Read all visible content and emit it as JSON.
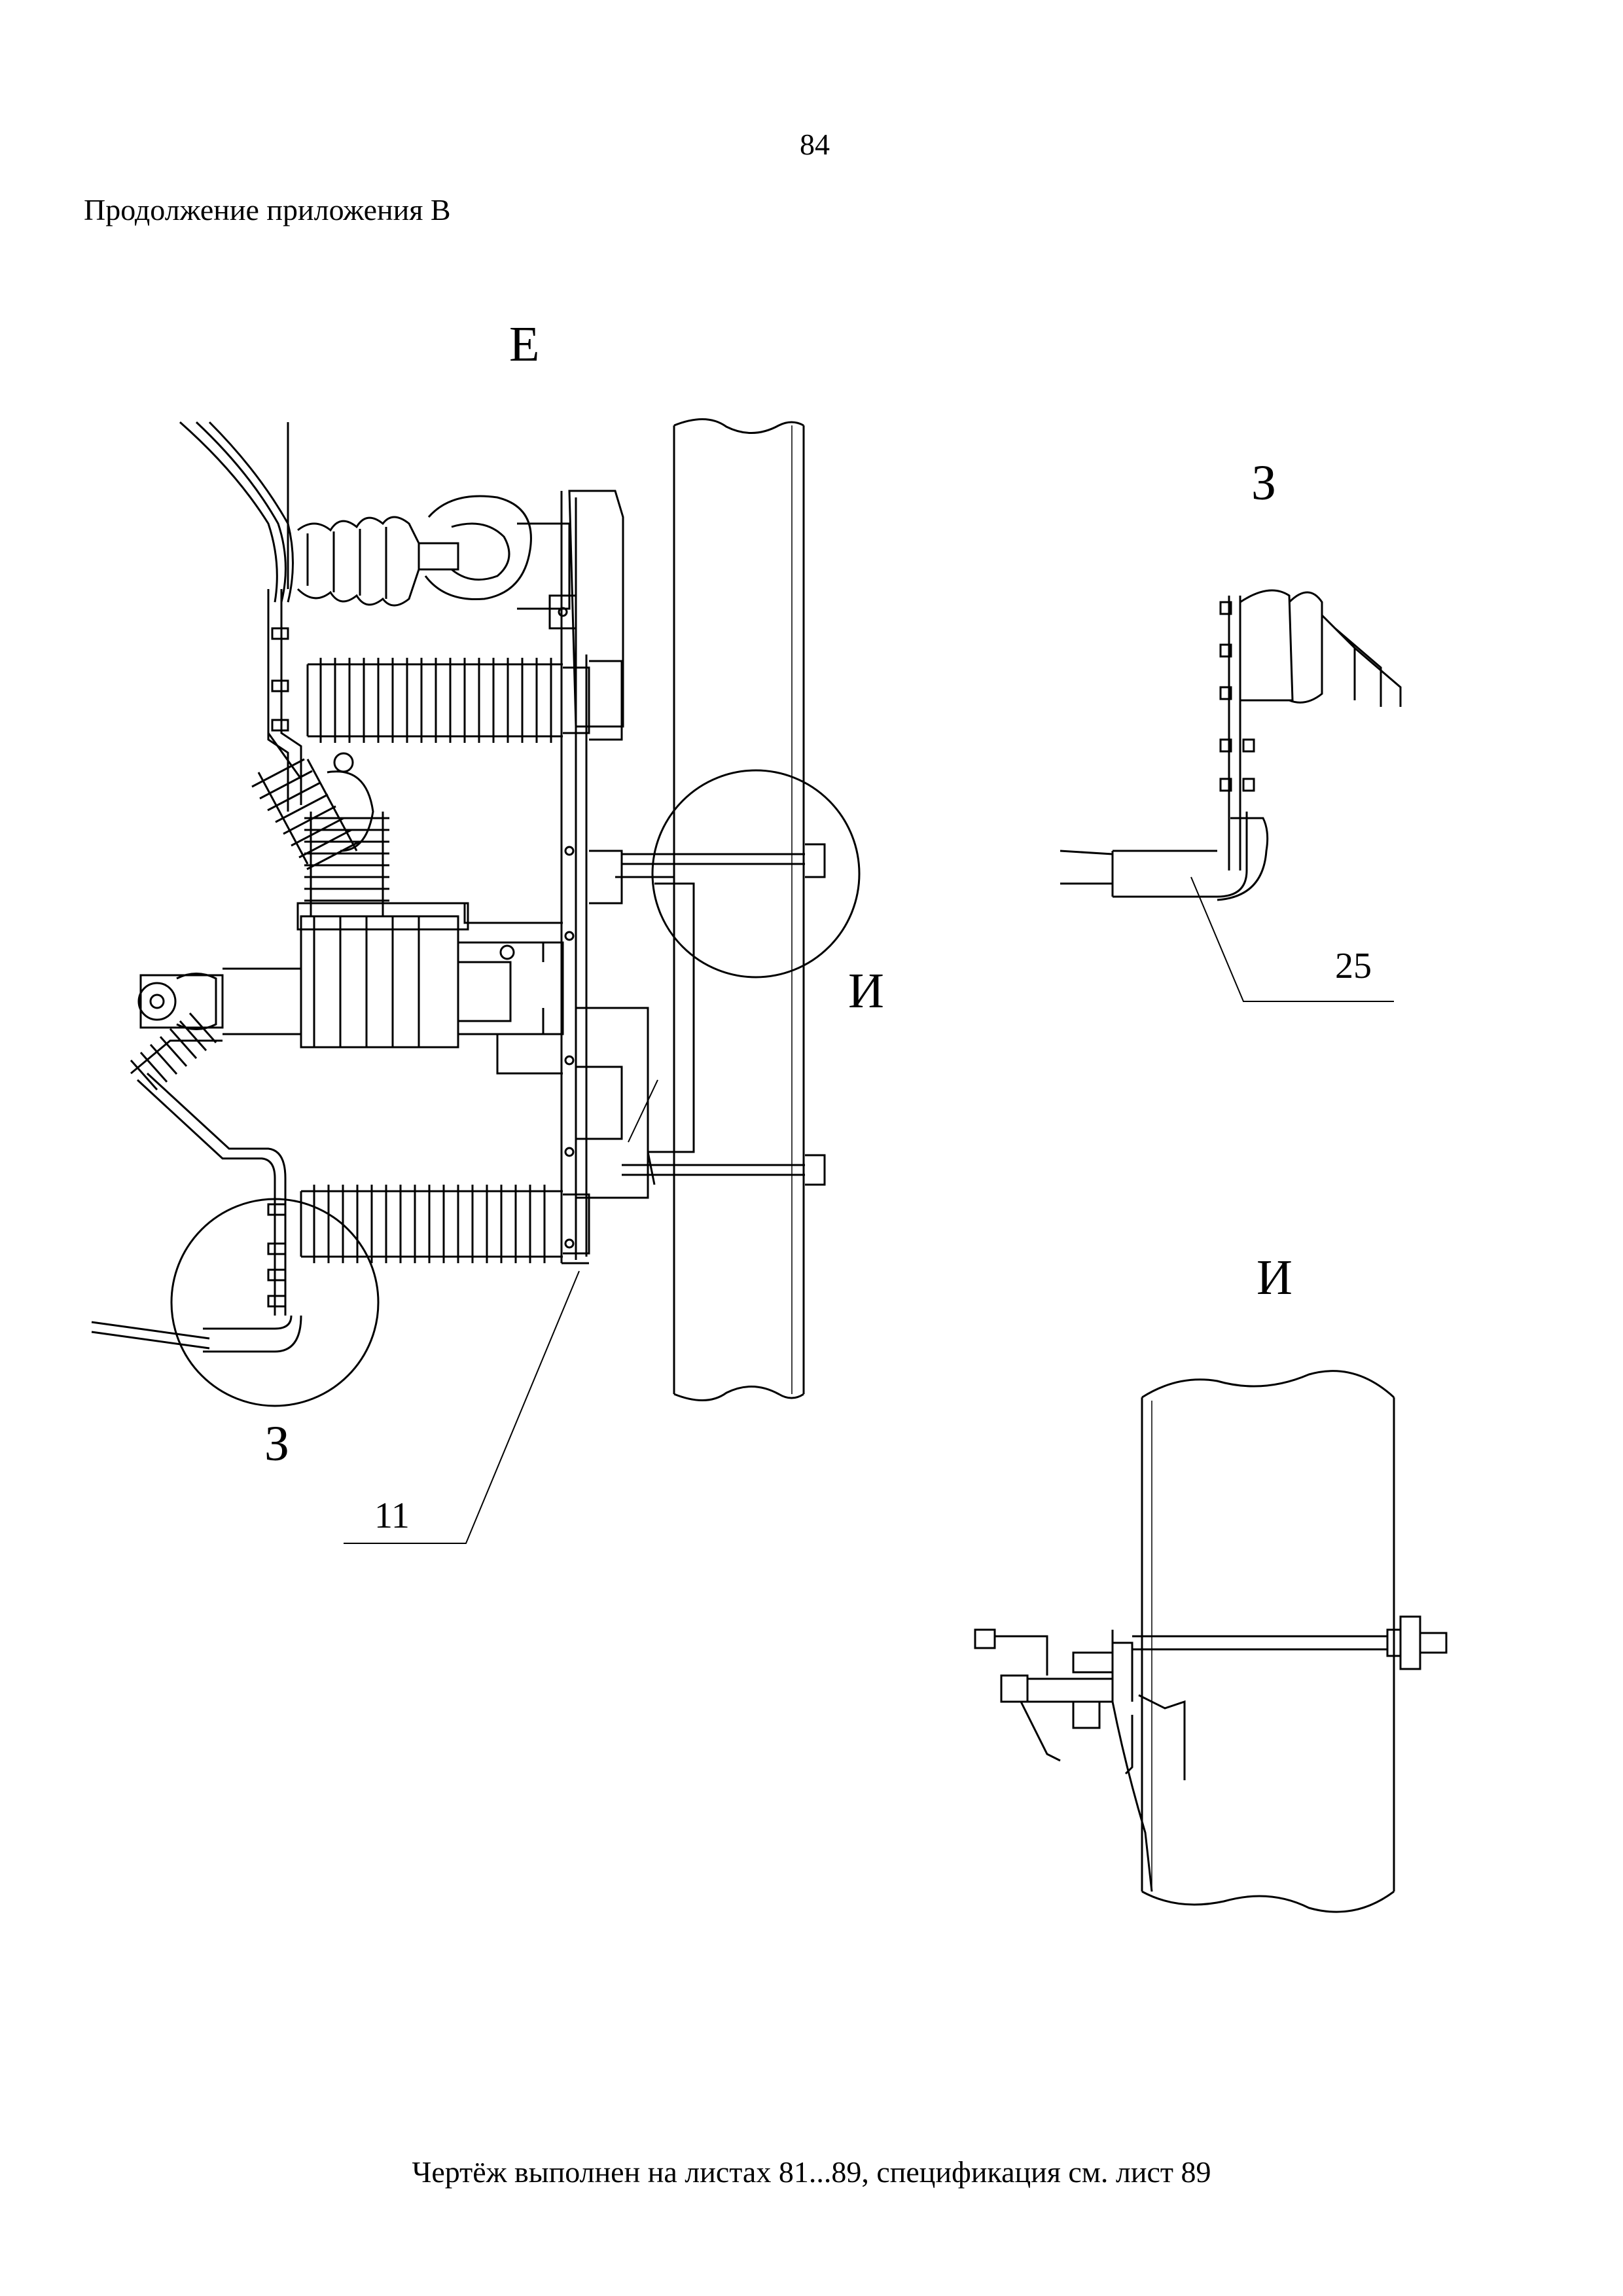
{
  "page_number": "84",
  "section_title": "Продолжение приложения В",
  "views": {
    "main_label": "Е",
    "detail_z_marker": "З",
    "detail_i_marker": "И",
    "detail_z_title": "З",
    "detail_i_title": "И"
  },
  "callouts": {
    "item_11": "11",
    "item_25": "25"
  },
  "footer": "Чертёж выполнен на листах 81...89, спецификация см. лист 89"
}
